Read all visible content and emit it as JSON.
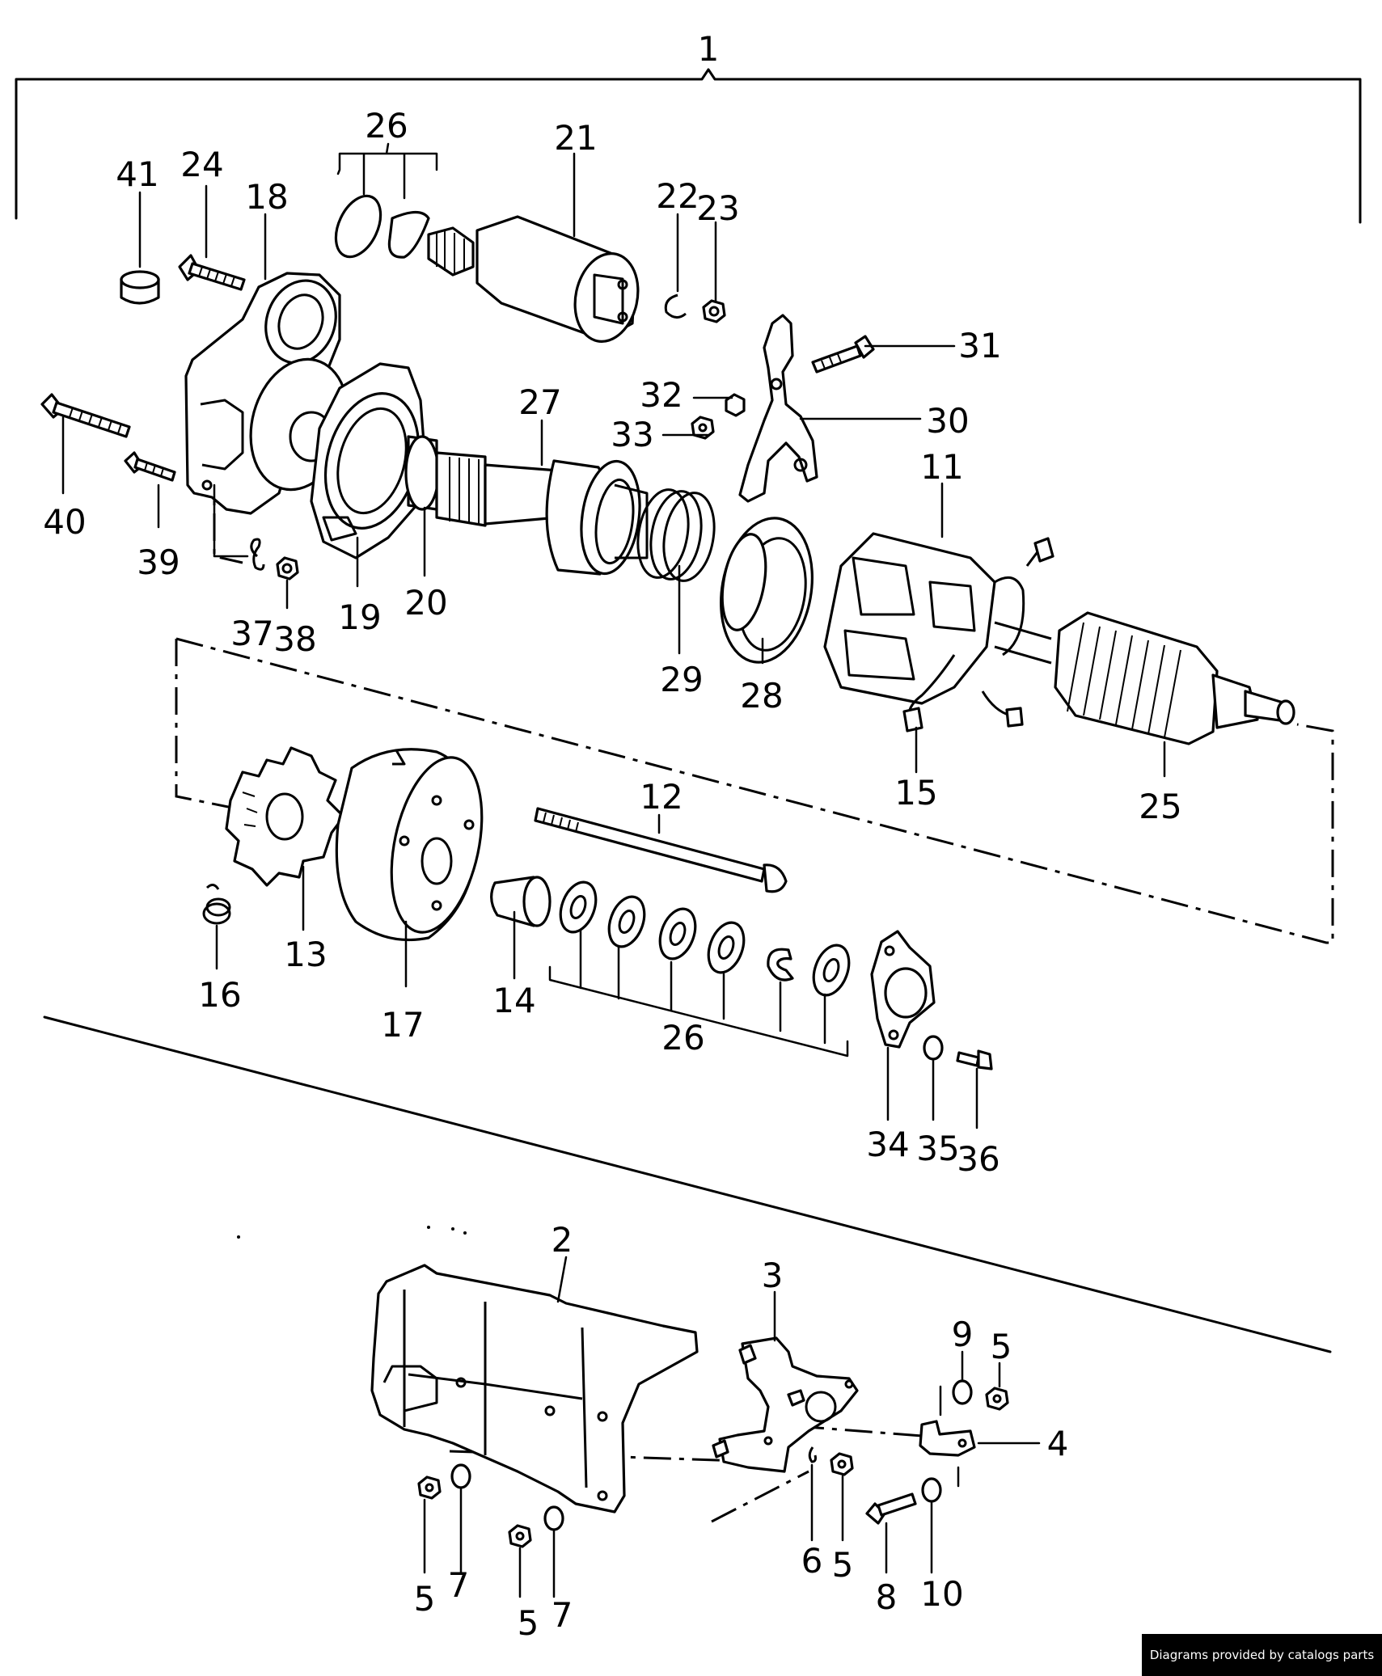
{
  "diagram": {
    "callouts": [
      {
        "id": "c1",
        "label": "1"
      },
      {
        "id": "c2",
        "label": "2"
      },
      {
        "id": "c3",
        "label": "3"
      },
      {
        "id": "c4",
        "label": "4"
      },
      {
        "id": "c5a",
        "label": "5"
      },
      {
        "id": "c5b",
        "label": "5"
      },
      {
        "id": "c5c",
        "label": "5"
      },
      {
        "id": "c5d",
        "label": "5"
      },
      {
        "id": "c6",
        "label": "6"
      },
      {
        "id": "c7a",
        "label": "7"
      },
      {
        "id": "c7b",
        "label": "7"
      },
      {
        "id": "c8",
        "label": "8"
      },
      {
        "id": "c9",
        "label": "9"
      },
      {
        "id": "c10",
        "label": "10"
      },
      {
        "id": "c11",
        "label": "11"
      },
      {
        "id": "c12",
        "label": "12"
      },
      {
        "id": "c13",
        "label": "13"
      },
      {
        "id": "c14",
        "label": "14"
      },
      {
        "id": "c15",
        "label": "15"
      },
      {
        "id": "c16",
        "label": "16"
      },
      {
        "id": "c17",
        "label": "17"
      },
      {
        "id": "c18",
        "label": "18"
      },
      {
        "id": "c19",
        "label": "19"
      },
      {
        "id": "c20",
        "label": "20"
      },
      {
        "id": "c21",
        "label": "21"
      },
      {
        "id": "c22",
        "label": "22"
      },
      {
        "id": "c23",
        "label": "23"
      },
      {
        "id": "c24",
        "label": "24"
      },
      {
        "id": "c25",
        "label": "25"
      },
      {
        "id": "c26a",
        "label": "26"
      },
      {
        "id": "c26b",
        "label": "26"
      },
      {
        "id": "c27",
        "label": "27"
      },
      {
        "id": "c28",
        "label": "28"
      },
      {
        "id": "c29",
        "label": "29"
      },
      {
        "id": "c30",
        "label": "30"
      },
      {
        "id": "c31",
        "label": "31"
      },
      {
        "id": "c32",
        "label": "32"
      },
      {
        "id": "c33",
        "label": "33"
      },
      {
        "id": "c34",
        "label": "34"
      },
      {
        "id": "c35",
        "label": "35"
      },
      {
        "id": "c36",
        "label": "36"
      },
      {
        "id": "c37",
        "label": "37"
      },
      {
        "id": "c38",
        "label": "38"
      },
      {
        "id": "c39",
        "label": "39"
      },
      {
        "id": "c40",
        "label": "40"
      },
      {
        "id": "c41",
        "label": "41"
      }
    ]
  },
  "footer": {
    "credit": "Diagrams provided by catalogs parts"
  }
}
